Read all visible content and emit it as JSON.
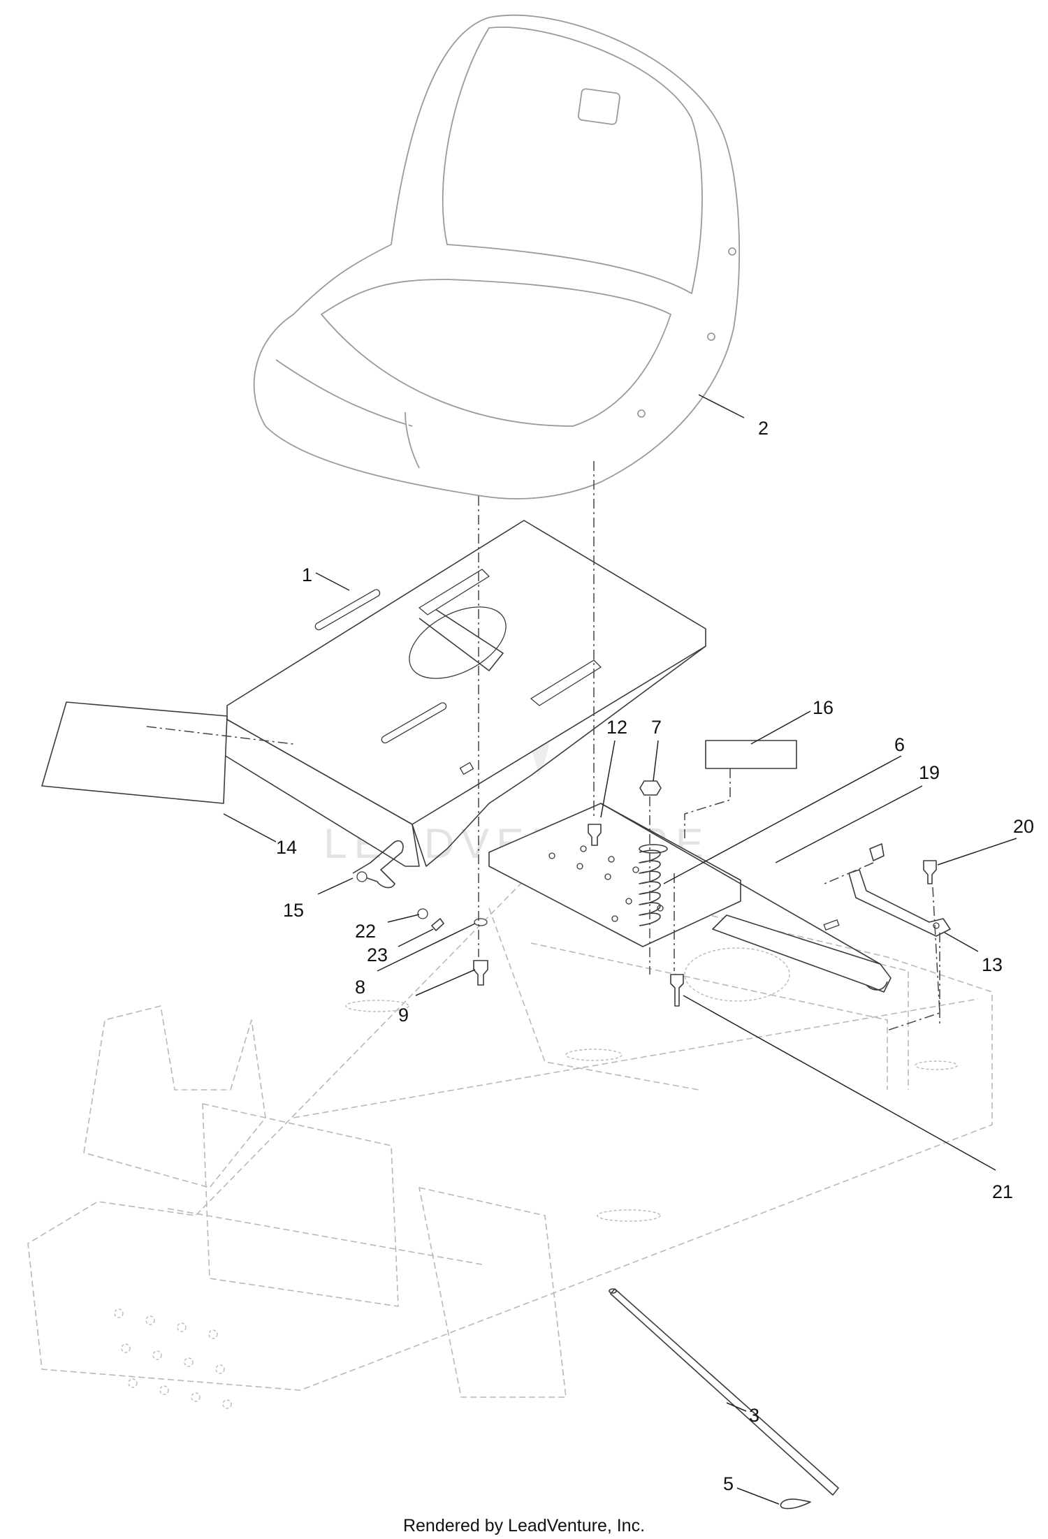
{
  "callouts": [
    {
      "id": "2",
      "label": "2"
    },
    {
      "id": "1",
      "label": "1"
    },
    {
      "id": "16",
      "label": "16"
    },
    {
      "id": "12",
      "label": "12"
    },
    {
      "id": "7",
      "label": "7"
    },
    {
      "id": "6",
      "label": "6"
    },
    {
      "id": "19",
      "label": "19"
    },
    {
      "id": "20",
      "label": "20"
    },
    {
      "id": "14",
      "label": "14"
    },
    {
      "id": "15",
      "label": "15"
    },
    {
      "id": "22",
      "label": "22"
    },
    {
      "id": "23",
      "label": "23"
    },
    {
      "id": "8",
      "label": "8"
    },
    {
      "id": "9",
      "label": "9"
    },
    {
      "id": "13",
      "label": "13"
    },
    {
      "id": "21",
      "label": "21"
    },
    {
      "id": "3",
      "label": "3"
    },
    {
      "id": "5",
      "label": "5"
    }
  ],
  "watermark": "LEADVENTURE",
  "footer": "Rendered by LeadVenture, Inc.",
  "colors": {
    "line": "#3a3a3a",
    "seat_outline": "#9a9a9a",
    "frame_outline": "#b8b8b8",
    "text": "#111111",
    "watermark": "#e3e3e3"
  }
}
